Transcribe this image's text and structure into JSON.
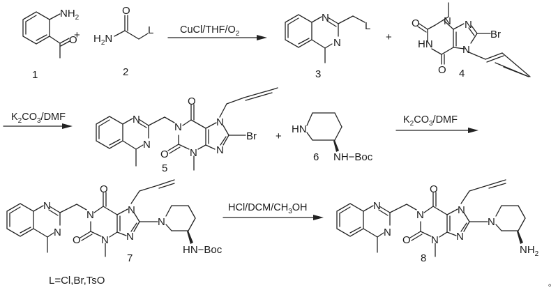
{
  "scheme": {
    "compounds": [
      {
        "id": "1",
        "label": "1",
        "atoms": [
          "NH2",
          "O"
        ]
      },
      {
        "id": "2",
        "label": "2",
        "atoms": [
          "H2N",
          "O",
          "L"
        ]
      },
      {
        "id": "3",
        "label": "3",
        "atoms": [
          "N",
          "N",
          "L"
        ]
      },
      {
        "id": "4",
        "label": "4",
        "atoms": [
          "O",
          "N",
          "N",
          "Br",
          "HN",
          "N",
          "O"
        ]
      },
      {
        "id": "5",
        "label": "5",
        "atoms": [
          "N",
          "N",
          "N",
          "O",
          "O",
          "N",
          "N",
          "N",
          "Br"
        ]
      },
      {
        "id": "6",
        "label": "6",
        "atoms": [
          "HN",
          "NH−Boc"
        ]
      },
      {
        "id": "7",
        "label": "7",
        "atoms": [
          "N",
          "N",
          "N",
          "O",
          "O",
          "N",
          "N",
          "N",
          "N",
          "HN−Boc"
        ]
      },
      {
        "id": "8",
        "label": "8",
        "atoms": [
          "N",
          "N",
          "N",
          "O",
          "O",
          "N",
          "N",
          "N",
          "N",
          "NH2"
        ]
      }
    ],
    "plus_signs": [
      "+",
      "+",
      "+"
    ],
    "arrows": [
      {
        "id": "step1",
        "conditions": {
          "main": "CuCl/THF/O",
          "sub": "2"
        }
      },
      {
        "id": "step2",
        "conditions": {
          "pre": "K",
          "sub": "2",
          "post": "CO",
          "sub2": "3",
          "tail": "/DMF"
        }
      },
      {
        "id": "step3",
        "conditions": {
          "pre": "K",
          "sub": "2",
          "post": "CO",
          "sub2": "3",
          "tail": "/DMF"
        }
      },
      {
        "id": "step4",
        "conditions": {
          "pre": "HCl/DCM/CH",
          "sub": "3",
          "post": "OH"
        }
      }
    ],
    "footnote": "L=Cl,Br,TsO",
    "trailing_mark": "。"
  },
  "text": {
    "NH2": "NH",
    "two": "2",
    "O": "O",
    "H": "H",
    "N": "N",
    "L": "L",
    "Br": "Br",
    "HN": "HN",
    "NHBoc": "NH−Boc",
    "HNBoc": "HN−Boc"
  }
}
